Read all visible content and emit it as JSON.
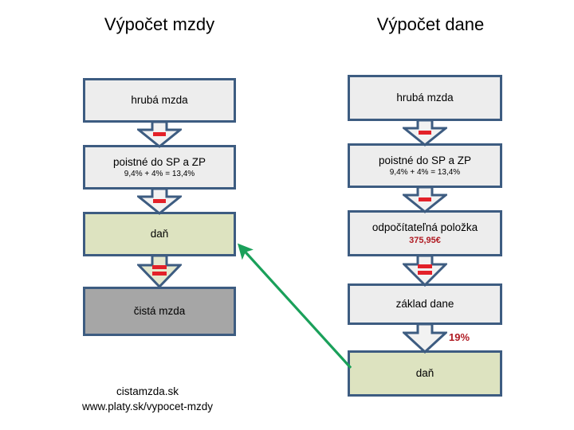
{
  "columns": {
    "left": {
      "title": "Výpočet mzdy",
      "nodes": [
        {
          "label": "hrubá mzda",
          "sub": "",
          "fill": "light"
        },
        {
          "label": "poistné do SP a ZP",
          "sub": "9,4% + 4% = 13,4%",
          "fill": "light"
        },
        {
          "label": "daň",
          "sub": "",
          "fill": "green"
        },
        {
          "label": "čistá mzda",
          "sub": "",
          "fill": "grey"
        }
      ]
    },
    "right": {
      "title": "Výpočet dane",
      "nodes": [
        {
          "label": "hrubá mzda",
          "sub": "",
          "fill": "light"
        },
        {
          "label": "poistné do SP a ZP",
          "sub": "9,4% + 4% = 13,4%",
          "fill": "light"
        },
        {
          "label": "odpočítateľná položka",
          "sub": "375,95€",
          "fill": "light"
        },
        {
          "label": "základ dane",
          "sub": "",
          "fill": "light"
        },
        {
          "label": "daň",
          "sub": "",
          "fill": "green"
        }
      ]
    }
  },
  "annotations": {
    "tax_rate": "19%"
  },
  "footer": {
    "line1": "cistamzda.sk",
    "line2": "www.platy.sk/vypocet-mzdy"
  },
  "colors": {
    "box_border": "#3D5C81",
    "box_fill_light": "#EDEDED",
    "box_fill_green": "#DDE3C0",
    "box_fill_grey": "#A6A6A6",
    "accent_red": "#B01A22",
    "arrow_green": "#1AA05A"
  }
}
